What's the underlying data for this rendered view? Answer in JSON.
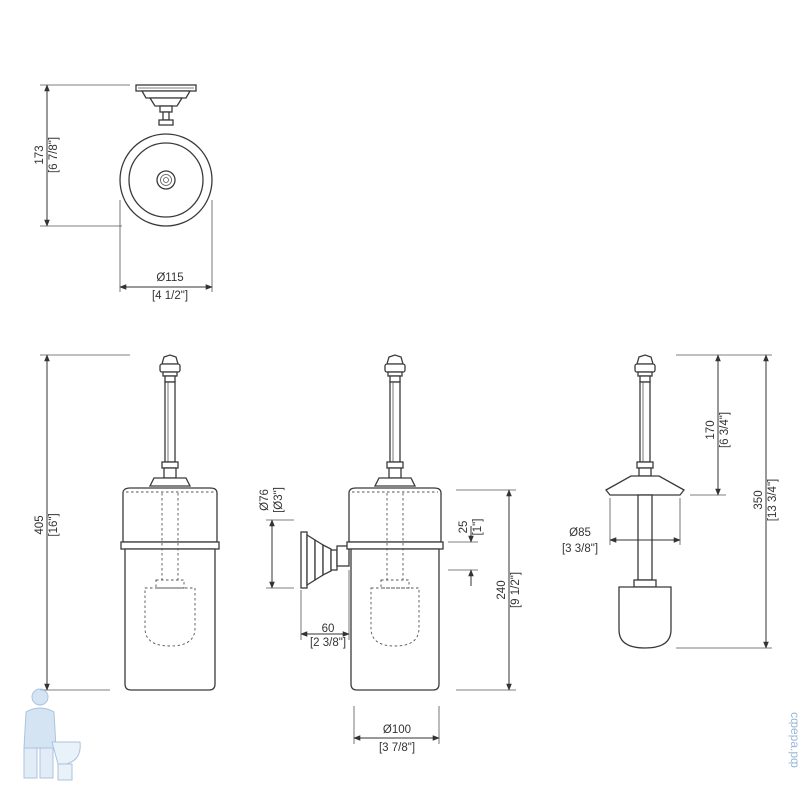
{
  "views": {
    "top": {
      "height_mm": "173",
      "height_in": "[6 7/8\"]",
      "diameter_mm": "Ø115",
      "diameter_in": "[4 1/2\"]"
    },
    "front": {
      "height_mm": "405",
      "height_in": "[16\"]"
    },
    "side": {
      "wall_plate_mm": "Ø76",
      "wall_plate_in": "[Ø3\"]",
      "projection_mm": "60",
      "projection_in": "[2 3/8\"]",
      "collar_mm": "25",
      "collar_in": "[1\"]",
      "holder_height_mm": "240",
      "holder_height_in": "[9 1/2\"]",
      "cup_diameter_mm": "Ø100",
      "cup_diameter_in": "[3 7/8\"]"
    },
    "brush": {
      "handle_mm": "170",
      "handle_in": "[6 3/4\"]",
      "total_mm": "350",
      "total_in": "[13 3/4\"]",
      "lid_diameter_mm": "Ø85",
      "lid_diameter_in": "[3 3/8\"]"
    }
  },
  "watermark": {
    "text": "сфера.рф",
    "icon": "plumber-with-toilet-icon"
  },
  "colors": {
    "line": "#333333",
    "watermark": "#9ab8d8"
  }
}
